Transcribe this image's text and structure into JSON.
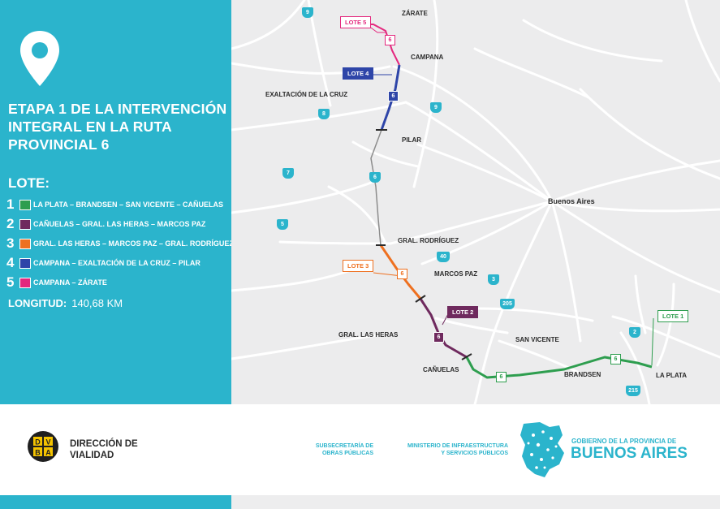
{
  "title": "ETAPA 1 DE LA INTERVENCIÓN INTEGRAL EN LA RUTA PROVINCIAL 6",
  "lote_heading": "LOTE:",
  "lotes": [
    {
      "num": "1",
      "text": "LA PLATA – BRANDSEN – SAN VICENTE – CAÑUELAS",
      "color": "#2e9e4f"
    },
    {
      "num": "2",
      "text": "CAÑUELAS – GRAL. LAS HERAS – MARCOS PAZ",
      "color": "#6f2a5e"
    },
    {
      "num": "3",
      "text": "GRAL. LAS HERAS – MARCOS PAZ – GRAL. RODRÍGUEZ",
      "color": "#ee7020"
    },
    {
      "num": "4",
      "text": "CAMPANA – EXALTACIÓN DE LA CRUZ – PILAR",
      "color": "#2e45a8"
    },
    {
      "num": "5",
      "text": "CAMPANA – ZÁRATE",
      "color": "#e4287e"
    }
  ],
  "longitud": {
    "label": "LONGITUD:",
    "value": "140,68 KM"
  },
  "map": {
    "places": {
      "zarate": "ZÁRATE",
      "campana": "CAMPANA",
      "exaltacion": "EXALTACIÓN DE LA CRUZ",
      "pilar": "PILAR",
      "buenos_aires": "Buenos Aires",
      "gral_rodriguez": "GRAL. RODRÍGUEZ",
      "marcos_paz": "MARCOS PAZ",
      "gral_las_heras": "GRAL. LAS HERAS",
      "san_vicente": "SAN VICENTE",
      "canuelas": "CAÑUELAS",
      "brandsen": "BRANDSEN",
      "la_plata": "LA PLATA"
    },
    "tags": {
      "lote5": "LOTE 5",
      "lote4": "LOTE 4",
      "lote3": "LOTE 3",
      "lote2": "LOTE 2",
      "lote1": "LOTE 1"
    },
    "shields": [
      "9",
      "9",
      "8",
      "7",
      "5",
      "6",
      "40",
      "3",
      "205",
      "2",
      "215"
    ],
    "route_shields": [
      "6",
      "6",
      "6",
      "6",
      "6",
      "6"
    ],
    "base_color": "#ececed",
    "road_color": "#ffffff",
    "route_gray": "#8c8c8c"
  },
  "footer": {
    "dvba_letters": [
      "D",
      "V",
      "B",
      "A"
    ],
    "dvba_text_1": "DIRECCIÓN DE",
    "dvba_text_2": "VIALIDAD",
    "subsec_1": "SUBSECRETARÍA DE",
    "subsec_2": "OBRAS PÚBLICAS",
    "ministerio_1": "MINISTERIO DE INFRAESTRUCTURA",
    "ministerio_2": "Y SERVICIOS PÚBLICOS",
    "gba_line1": "GOBIERNO DE LA PROVINCIA DE",
    "gba_line2": "BUENOS AIRES"
  },
  "colors": {
    "teal": "#2bb4cc",
    "dvba_yellow": "#f5c400"
  }
}
